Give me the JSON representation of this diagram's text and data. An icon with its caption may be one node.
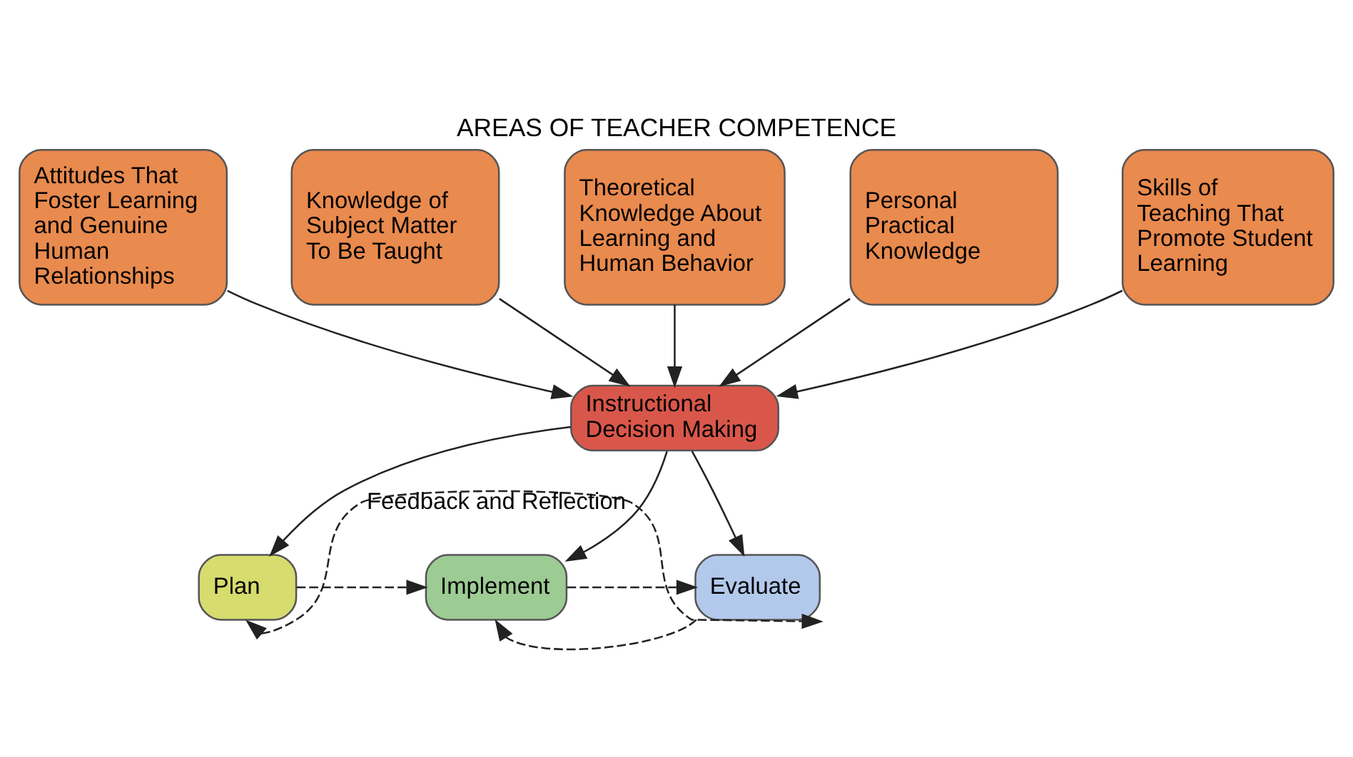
{
  "diagram": {
    "title": "AREAS OF TEACHER COMPETENCE",
    "nodes": [
      {
        "text": [
          "Attitudes That Foster Learning and Genuine Human Relationships"
        ]
      },
      {
        "text": [
          "Knowledge of Subject Matter To Be Taught"
        ]
      },
      {
        "text": [
          "Theoretical Knowledge About Learning and Human Behavior"
        ]
      },
      {
        "text": [
          "Personal Practical Knowledge"
        ]
      },
      {
        "text": [
          "Skills of Teaching That Promote Student Learning"
        ]
      },
      {
        "text": [
          "Instructional Decision Making"
        ]
      },
      {
        "text": [
          "Plan"
        ]
      },
      {
        "text": [
          "Implement"
        ]
      },
      {
        "text": [
          "Evaluate"
        ]
      }
    ],
    "edges": [
      {
        "from": 0,
        "to": 5,
        "arrow": "to"
      },
      {
        "from": 1,
        "to": 5,
        "arrow": "to"
      },
      {
        "from": 2,
        "to": 5,
        "arrow": "to"
      },
      {
        "from": 3,
        "to": 5,
        "arrow": "to"
      },
      {
        "from": 4,
        "to": 5,
        "arrow": "to"
      },
      {
        "from": 5,
        "to": 6,
        "arrow": "to"
      },
      {
        "from": 5,
        "to": 7,
        "arrow": "to"
      },
      {
        "from": 5,
        "to": 8,
        "arrow": "to"
      },
      {
        "from": 6,
        "to": 7,
        "arrow": "to",
        "style": "dashed"
      },
      {
        "from": 7,
        "to": 8,
        "arrow": "to",
        "style": "dashed"
      },
      {
        "from": 6,
        "to": 8,
        "arrow": "both",
        "style": "dashed",
        "label": "Feedback and Reflection"
      },
      {
        "from": 8,
        "to": 7,
        "arrow": "to",
        "style": "dashed"
      }
    ]
  }
}
